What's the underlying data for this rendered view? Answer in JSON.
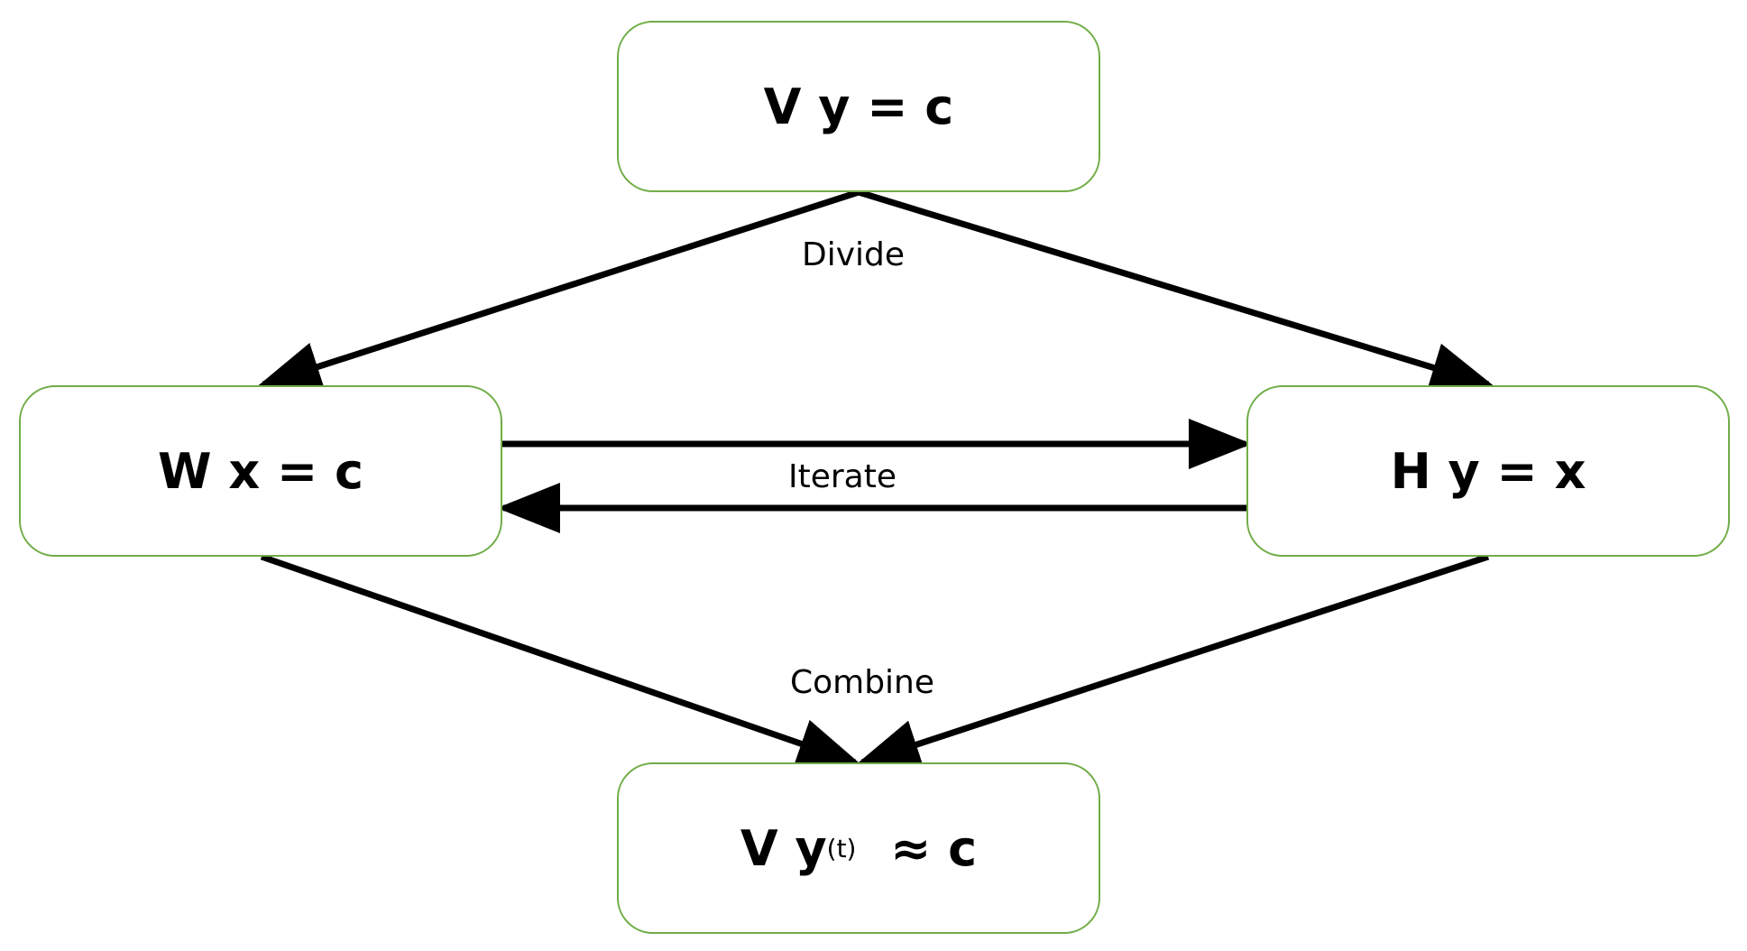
{
  "nodes": {
    "top": {
      "main": "V y = c"
    },
    "left": {
      "main": "W x = c"
    },
    "right": {
      "main": "H y = x"
    },
    "bottom": {
      "main": "V y",
      "subscript": "(t)",
      "rest": "  ≈ c"
    }
  },
  "edge_labels": {
    "divide": "Divide",
    "iterate": "Iterate",
    "combine": "Combine"
  },
  "colors": {
    "node_border": "#70ad47",
    "arrow": "#000000",
    "text": "#000000"
  }
}
